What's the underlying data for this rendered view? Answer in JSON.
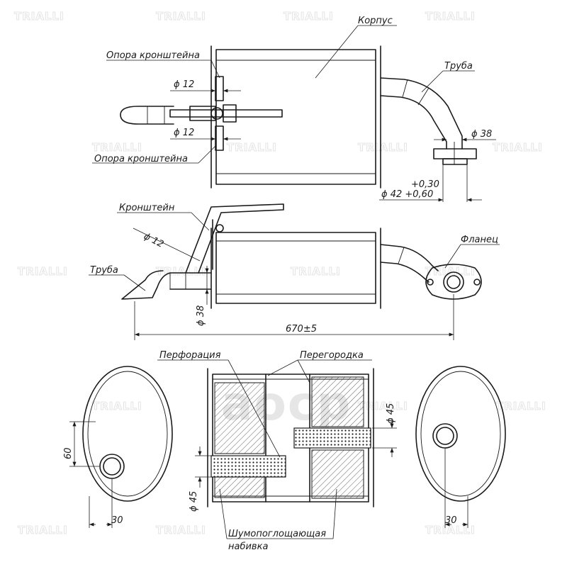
{
  "watermark_text": "TRIALLI",
  "logo_text": "aocp",
  "labels": {
    "body": "Корпус",
    "bracket_support_top": "Опора кронштейна",
    "bracket_support_bottom": "Опора кронштейна",
    "pipe_top": "Труба",
    "bracket": "Кронштейн",
    "pipe_side": "Труба",
    "flange": "Фланец",
    "perforation": "Перфорация",
    "partition": "Перегородка",
    "sound_absorbing_line1": "Шумопоглощающая",
    "sound_absorbing_line2": "набивка"
  },
  "dimensions": {
    "dia12_top": "ϕ 12",
    "dia12_bottom": "ϕ 12",
    "dia38_top": "ϕ 38",
    "tol_upper": "+0,30",
    "dia42_tol": "ϕ 42 +0,60",
    "dia12_bracket": "ϕ 12",
    "dia38_side": "ϕ 38",
    "length": "670±5",
    "dia45_right": "ϕ 45",
    "dia60": "60",
    "dia45_left": "ϕ 45",
    "dist30_left": "30",
    "dist30_right": "30"
  },
  "colors": {
    "ink": "#1a1a1a",
    "watermark": "#e4e4e4"
  }
}
